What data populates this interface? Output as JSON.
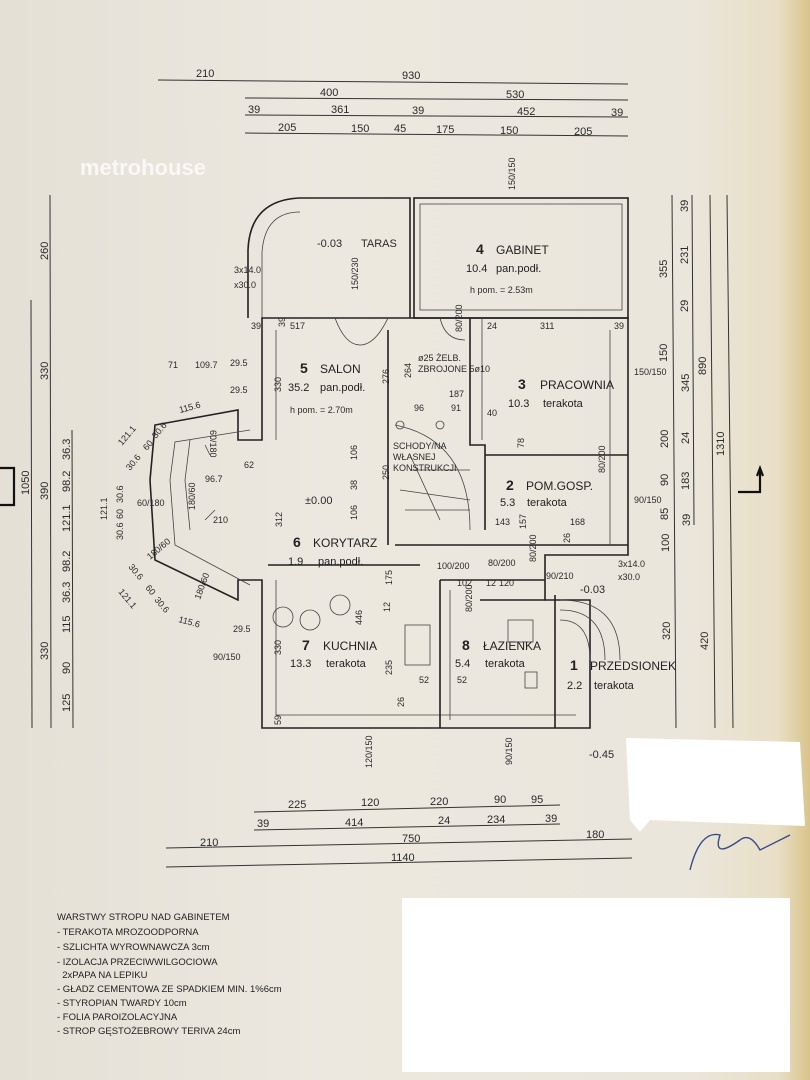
{
  "top_dims": {
    "row1": [
      "210",
      "930"
    ],
    "row2": [
      "400",
      "530"
    ],
    "row3": [
      "39",
      "361",
      "39",
      "452",
      "39"
    ],
    "row4": [
      "205",
      "150",
      "45",
      "175",
      "150",
      "205"
    ]
  },
  "bottom_dims": {
    "row1": [
      "225",
      "120",
      "220",
      "90",
      "95"
    ],
    "row2": [
      "39",
      "414",
      "24",
      "234",
      "39"
    ],
    "row3": [
      "210",
      "750",
      "180"
    ],
    "row4": [
      "1140"
    ]
  },
  "right_dims": {
    "col1": [
      "355",
      "150",
      "200",
      "90",
      "85",
      "100",
      "320"
    ],
    "col2": [
      "39",
      "231",
      "29",
      "345",
      "24",
      "183",
      "39"
    ],
    "col3": [
      "890",
      "420"
    ],
    "col4": [
      "1310"
    ]
  },
  "left_dims": {
    "col1": [
      "260",
      "330",
      "390",
      "330"
    ],
    "col0": [
      "1050"
    ],
    "col2": [
      "36.3",
      "98.2",
      "121.1",
      "98.2",
      "36.3",
      "115",
      "90",
      "125"
    ]
  },
  "rooms": [
    {
      "num": "1",
      "name": "PRZEDSIONEK",
      "area": "2.2",
      "floor": "terakota"
    },
    {
      "num": "2",
      "name": "POM.GOSP.",
      "area": "5.3",
      "floor": "terakota"
    },
    {
      "num": "3",
      "name": "PRACOWNIA",
      "area": "10.3",
      "floor": "terakota"
    },
    {
      "num": "4",
      "name": "GABINET",
      "area": "10.4",
      "floor": "pan.podł."
    },
    {
      "num": "5",
      "name": "SALON",
      "area": "35.2",
      "floor": "pan.podł."
    },
    {
      "num": "6",
      "name": "KORYTARZ",
      "area": "1.9",
      "floor": "pan.podł."
    },
    {
      "num": "7",
      "name": "KUCHNIA",
      "area": "13.3",
      "floor": "terakota"
    },
    {
      "num": "8",
      "name": "ŁAZIENKA",
      "area": "5.4",
      "floor": "terakota"
    }
  ],
  "heights": {
    "gabinet": "h pom. = 2.53m",
    "salon": "h pom. = 2.70m"
  },
  "levels": {
    "taras": "-0.03",
    "taras_label": "TARAS",
    "zero": "±0.00",
    "entry": "-0.03",
    "outside": "-0.45"
  },
  "stairs": {
    "line1": "SCHODY/NA",
    "line2": "WŁASNEJ",
    "line3": "KONSTRUKCJI"
  },
  "column": {
    "line1": "ø25 ŻELB.",
    "line2": "ZBROJONE 5ø10"
  },
  "steps": {
    "taras": [
      "3x14.0",
      "x30.0"
    ],
    "entry": [
      "3x14.0",
      "x30.0"
    ]
  },
  "inner_dims": [
    "517",
    "39",
    "39",
    "24",
    "311",
    "39",
    "330",
    "276",
    "264",
    "187",
    "96",
    "91",
    "40",
    "78",
    "106",
    "38",
    "106",
    "250",
    "312",
    "143",
    "157",
    "168",
    "26",
    "175",
    "446",
    "235",
    "102",
    "12",
    "120",
    "62",
    "96.7",
    "210",
    "71",
    "109.7",
    "29.5",
    "29.5",
    "115.6",
    "115.6",
    "29.5",
    "121.1",
    "30.6",
    "60",
    "30.6",
    "121.1",
    "30.6",
    "60",
    "30.6",
    "121.1",
    "30.6",
    "60",
    "30.6",
    "52",
    "52",
    "26",
    "59",
    "330",
    "12"
  ],
  "openings": [
    "150/230",
    "150/150",
    "80/200",
    "80/200",
    "80/200",
    "100/200",
    "80/200",
    "90/210",
    "80/200",
    "90/150",
    "90/150",
    "120/150",
    "90/150",
    "150/150",
    "60/180",
    "60/180",
    "180/60",
    "180/60",
    "180/60"
  ],
  "notes": {
    "title": "WARSTWY STROPU NAD GABINETEM",
    "items": [
      "- TERAKOTA MROZOODPORNA",
      "- SZLICHTA WYROWNAWCZA 3cm",
      "- IZOLACJA PRZECIWWILGOCIOWA",
      "  2xPAPA NA LEPIKU",
      "- GŁADZ CEMENTOWA ZE SPADKIEM MIN. 1%6cm",
      "- STYROPIAN TWARDY 10cm",
      "- FOLIA PAROIZOLACYJNA",
      "- STROP GĘSTOŻEBROWY TERIVA 24cm"
    ]
  },
  "watermark": "metrohouse"
}
